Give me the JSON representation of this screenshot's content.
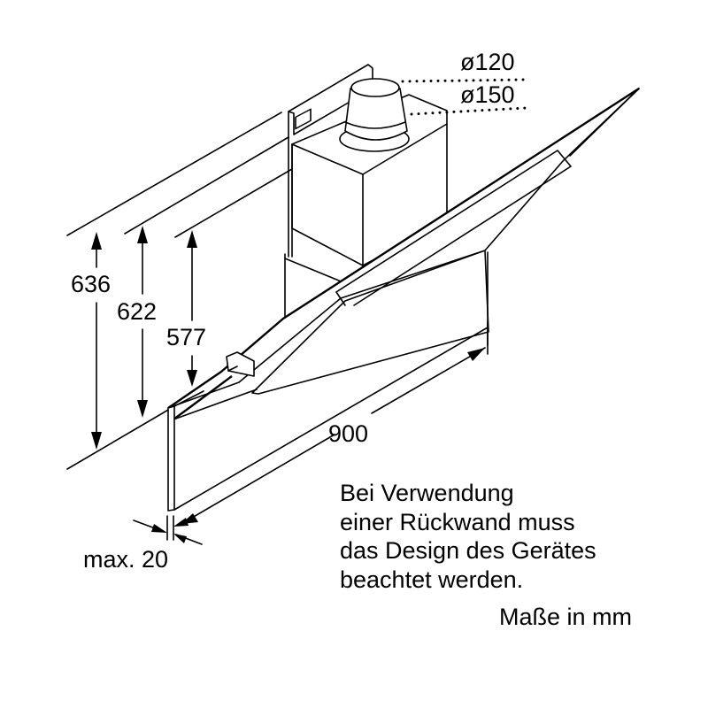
{
  "drawing": {
    "subject": "Wall-mounted inclined cooker hood, dimension drawing",
    "dimensions": {
      "duct_outer": "ø120",
      "duct_inner": "ø150",
      "height_total": "636",
      "height_mid": "622",
      "height_min": "577",
      "width": "900",
      "backwall_gap": "max. 20"
    },
    "note_lines": [
      "Bei Verwendung",
      "einer Rückwand muss",
      "das Design des Gerätes",
      "beachtet werden."
    ],
    "units_label": "Maße in mm"
  }
}
